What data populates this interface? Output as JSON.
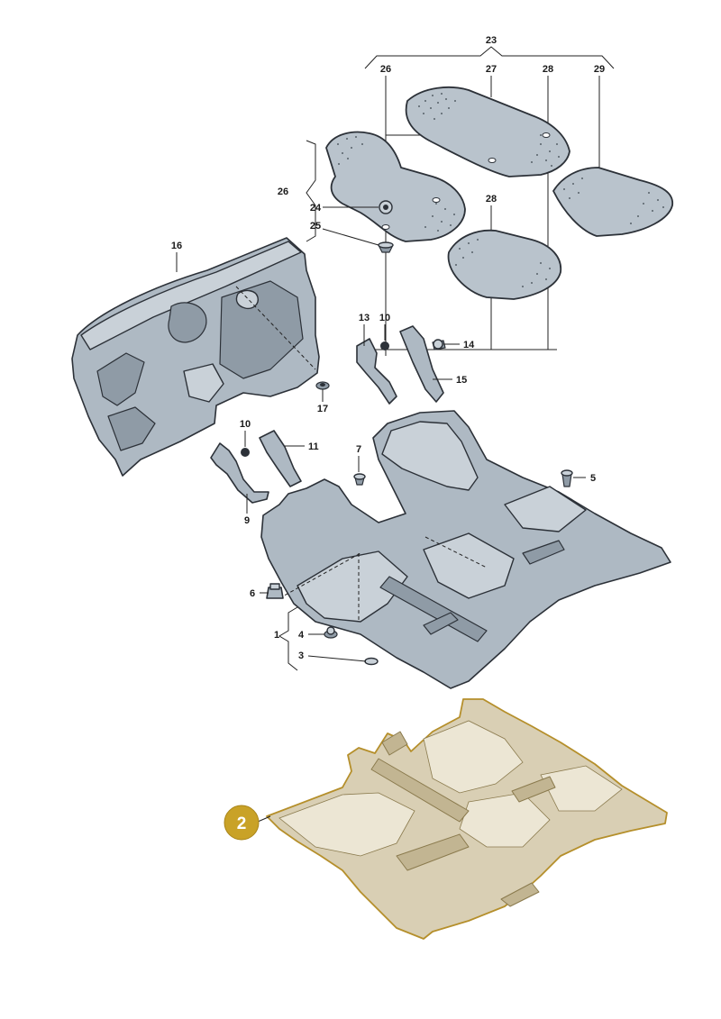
{
  "diagram": {
    "highlight_callout": {
      "label": "2",
      "color": "#c9a227"
    },
    "part_labels": [
      "1",
      "3",
      "4",
      "5",
      "6",
      "7",
      "9",
      "10",
      "10",
      "11",
      "13",
      "14",
      "15",
      "16",
      "17",
      "23",
      "24",
      "25",
      "26",
      "26",
      "27",
      "28",
      "28",
      "29"
    ],
    "colors": {
      "part_fill": "#aeb9c3",
      "highlight_fill": "#d9cfb4",
      "highlight_outline": "#b58f2b"
    }
  }
}
